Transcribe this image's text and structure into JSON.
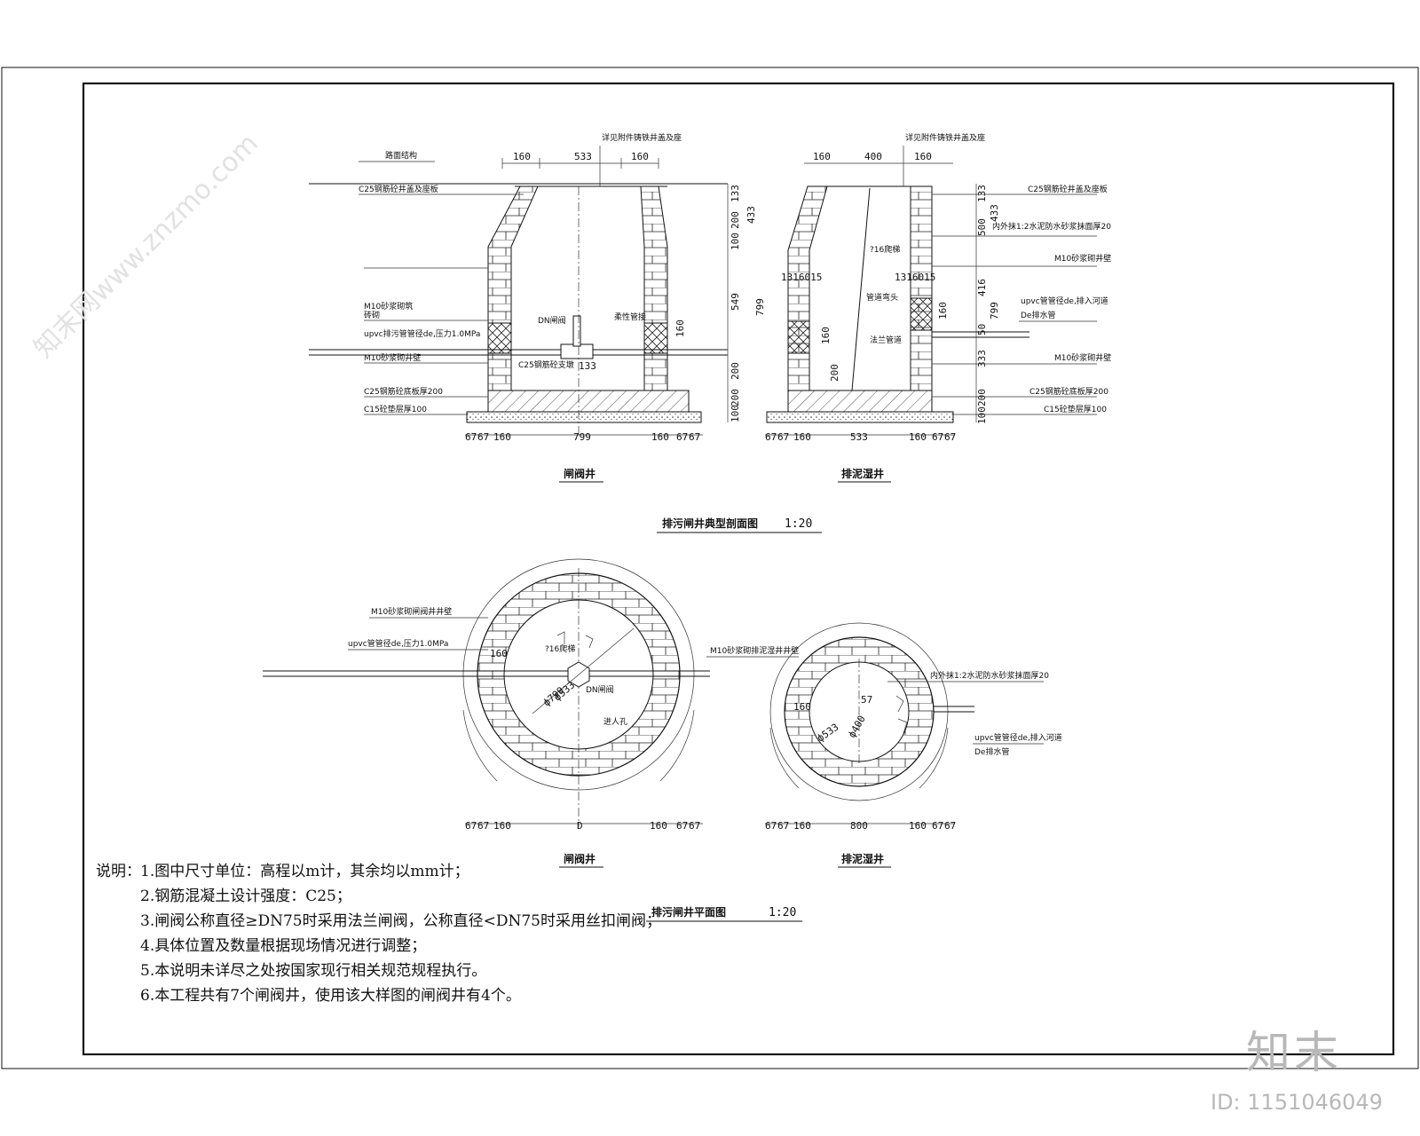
{
  "section": {
    "title": "排污闸井典型剖面图",
    "scale": "1:20",
    "valve_well": {
      "caption": "闸阀井",
      "top_dims": [
        "160",
        "533",
        "160"
      ],
      "bottom_dims": [
        "67",
        "67",
        "160",
        "799",
        "160",
        "67",
        "67"
      ],
      "vert_dims": [
        "133",
        "200",
        "433",
        "100",
        "549",
        "200",
        "200",
        "100"
      ],
      "labels": {
        "cover_note": "详见附件铸铁井盖及座",
        "road": "路面结构",
        "c25_top": "C25钢筋砼井盖及座板",
        "m10_mortar": "M10砂浆砌筑",
        "brick": "砖砌",
        "pipe": "upvc排污管管径de,压力1.0MPa",
        "m10_wall": "M10砂浆砌井壁",
        "c25_support": "C25钢筋砼支墩",
        "dn_valve": "DN闸阀",
        "flex": "柔性管接",
        "c25_base": "C25钢筋砼底板厚200",
        "c15_cushion": "C15砼垫层厚100",
        "sub_160": "160",
        "sub_133": "133",
        "ladder_dim": "799"
      }
    },
    "mud_well": {
      "caption": "排泥湿井",
      "top_dims": [
        "160",
        "400",
        "160"
      ],
      "bottom_dims": [
        "67",
        "67",
        "160",
        "533",
        "160",
        "67",
        "67"
      ],
      "vert_dims": [
        "133",
        "500",
        "433",
        "416",
        "799",
        "50",
        "333",
        "200",
        "100"
      ],
      "labels": {
        "cover_note": "详见附件铸铁井盖及座",
        "c25_top": "C25钢筋砼井盖及座板",
        "plaster": "内外抹1:2水泥防水砂浆抹面厚20",
        "m10_top": "M10砂浆砌井壁",
        "pipe": "upvc管管径de,排入河道",
        "de": "De排水管",
        "m10_bottom": "M10砂浆砌井壁",
        "c25_base": "C25钢筋砼底板厚200",
        "c15_cushion": "C15砼垫层厚100",
        "rung": "?16爬梯",
        "rung_spec": "1316015",
        "rung_spec_left": "1316015",
        "center_a": "管道弯头",
        "center_b": "法兰管道",
        "dim_200": "200",
        "dim_160": "160",
        "dim_799": "799"
      }
    }
  },
  "plan": {
    "title": "排污闸井平面图",
    "scale": "1:20",
    "valve_well": {
      "caption": "闸阀井",
      "bottom_dims": [
        "67",
        "67",
        "160",
        "D",
        "160",
        "67",
        "67"
      ],
      "labels": {
        "m10": "M10砂浆砌闸阀井井壁",
        "pipe": "upvc管管径de,压力1.0MPa",
        "dim_160": "160",
        "rung": "?16爬梯",
        "phi_out": "ф799",
        "phi_in": "ф533",
        "dn": "DN闸阀",
        "entry": "进人孔"
      }
    },
    "mud_well": {
      "caption": "排泥湿井",
      "bottom_dims": [
        "67",
        "67",
        "160",
        "800",
        "160",
        "67",
        "67"
      ],
      "labels": {
        "m10": "M10砂浆砌排泥湿井井壁",
        "plaster": "内外抹1:2水泥防水砂浆抹面厚20",
        "pipe": "upvc管管径de,排入河道",
        "de": "De排水管",
        "dim_160": "160",
        "dim_57": "57",
        "phi_a": "ф533",
        "phi_b": "ф400"
      }
    }
  },
  "notes": {
    "heading": "说明：",
    "items": [
      "1.图中尺寸单位：高程以m计，其余均以mm计；",
      "2.钢筋混凝土设计强度：C25；",
      "3.闸阀公称直径≥DN75时采用法兰闸阀，公称直径<DN75时采用丝扣闸阀；",
      "4.具体位置及数量根据现场情况进行调整；",
      "5.本说明未详尽之处按国家现行相关规范规程执行。",
      "6.本工程共有7个闸阀井，使用该大样图的闸阀井有4个。"
    ]
  },
  "branding": {
    "logo": "知末",
    "id": "ID: 1151046049",
    "watermark": "知末网www.znzmo.com"
  }
}
